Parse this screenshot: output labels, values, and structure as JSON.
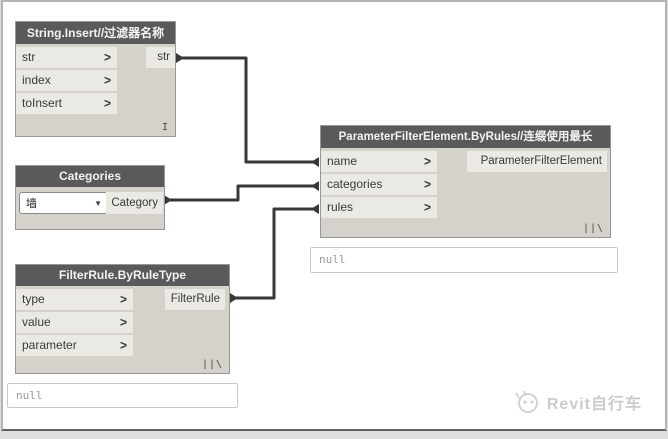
{
  "app": "dynamo-node-graph",
  "colors": {
    "canvas_bg": "#ffffff",
    "node_header_bg": "#5a5a5a",
    "node_body_bg": "#d5d2cb",
    "port_row_bg": "#ebe9e4",
    "wire": "#383838",
    "preview_text": "#9a9a9a",
    "watermark": "#cbcbcb"
  },
  "icons": {
    "port_chevron": ">",
    "dropdown_caret": "▼"
  },
  "nodes": [
    {
      "title": "String.Insert//过滤器名称",
      "inputs": [
        "str",
        "index",
        "toInsert"
      ],
      "output": "str",
      "lacing": "I"
    },
    {
      "title": "Categories",
      "dropdown_value": "墙",
      "output": "Category"
    },
    {
      "title": "FilterRule.ByRuleType",
      "inputs": [
        "type",
        "value",
        "parameter"
      ],
      "output": "FilterRule",
      "lacing": "||\\"
    },
    {
      "title": "ParameterFilterElement.ByRules//连缀使用最长",
      "inputs": [
        "name",
        "categories",
        "rules"
      ],
      "output": "ParameterFilterElement",
      "lacing": "||\\"
    }
  ],
  "previews": [
    {
      "value": "null"
    },
    {
      "value": "null"
    }
  ],
  "watermark": {
    "text": "Revit自行车"
  }
}
